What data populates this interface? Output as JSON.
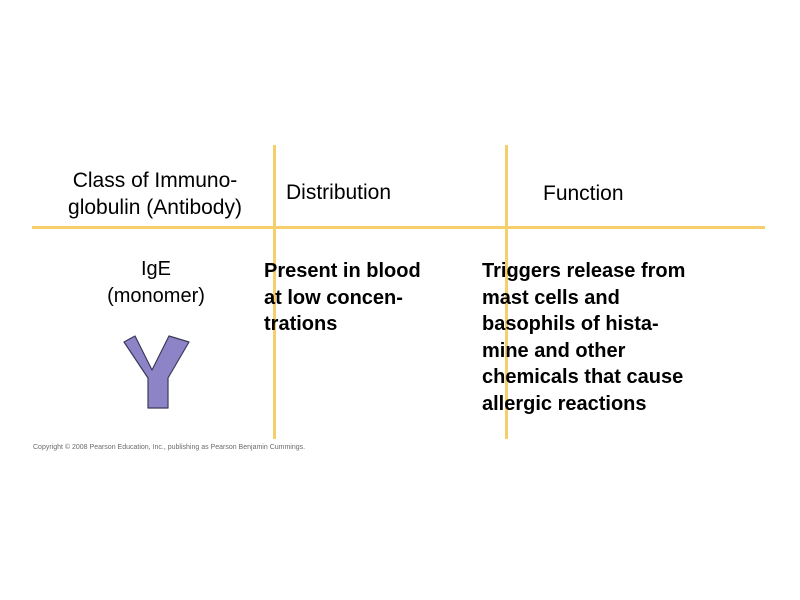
{
  "table": {
    "headers": {
      "class": [
        "Class of Immuno-",
        "globulin (Antibody)"
      ],
      "distribution": "Distribution",
      "function": "Function"
    },
    "row": {
      "class": [
        "IgE",
        "(monomer)"
      ],
      "distribution": [
        "Present in blood",
        "at low concen-",
        "trations"
      ],
      "function": [
        "Triggers release from",
        "mast cells and",
        "basophils of hista-",
        "mine and other",
        "chemicals that cause",
        "allergic reactions"
      ]
    }
  },
  "icon": {
    "name": "antibody-monomer-icon",
    "fill": "#8c84c6",
    "stroke": "#3a3a5a"
  },
  "colors": {
    "rule": "#f5cf6b"
  },
  "copyright": "Copyright © 2008 Pearson Education, Inc., publishing as Pearson Benjamin Cummings."
}
